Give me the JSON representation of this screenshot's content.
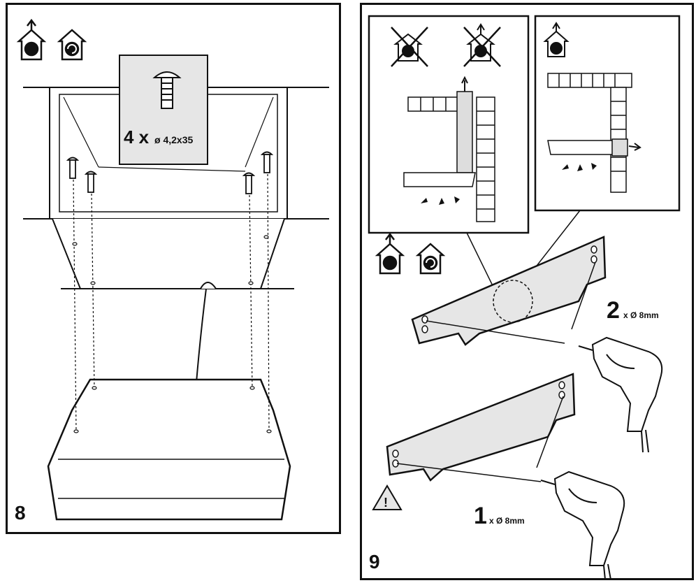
{
  "panel8": {
    "step_number": "8",
    "screw_callout": {
      "count": "4 x",
      "size": "ø 4,2x35"
    },
    "icons": [
      "ducted-mode-icon",
      "recirculation-mode-icon"
    ]
  },
  "panel9": {
    "step_number": "9",
    "drill_top": {
      "count": "2",
      "size": "x Ø 8mm"
    },
    "drill_bottom": {
      "count": "1",
      "size": "x Ø 8mm"
    },
    "warning_symbol": "!",
    "icons": [
      "ducted-mode-icon",
      "recirculation-mode-icon",
      "crossed-recirculation-icon",
      "crossed-ducted-icon",
      "warning-icon",
      "drill-icon"
    ]
  },
  "colors": {
    "ink": "#111111",
    "fill_grey": "#e6e6e6",
    "paper": "#ffffff"
  }
}
